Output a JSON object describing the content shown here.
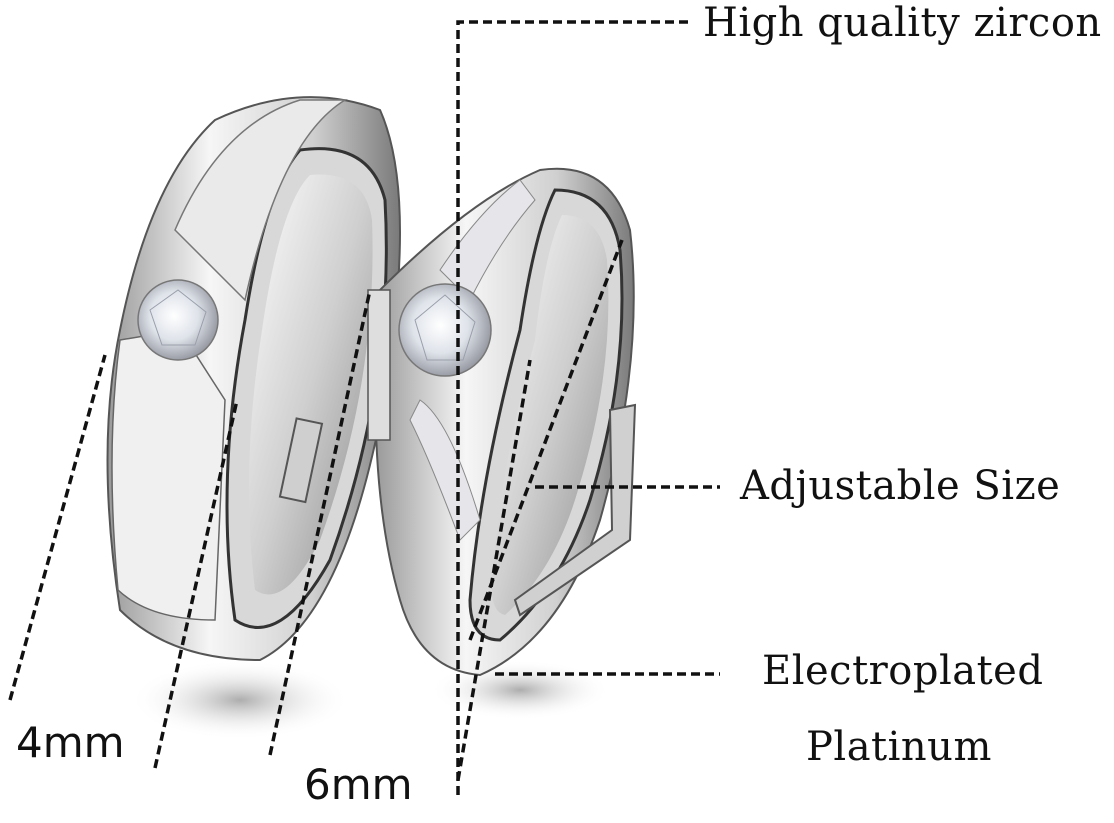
{
  "product": {
    "subject": "Adjustable couple rings with zircon stones",
    "colors": {
      "background": "#ffffff",
      "metal_light": "#f4f4f4",
      "metal_mid": "#c8c8c8",
      "metal_dark": "#6e6e6e",
      "leader_line": "#111111",
      "text": "#111111"
    }
  },
  "callouts": {
    "zircon": "High quality zircon",
    "adjustable": "Adjustable Size",
    "plating_line1": "Electroplated",
    "plating_line2": "Platinum"
  },
  "dimensions": {
    "mens_band_width": "4mm",
    "womens_band_width": "6mm"
  }
}
